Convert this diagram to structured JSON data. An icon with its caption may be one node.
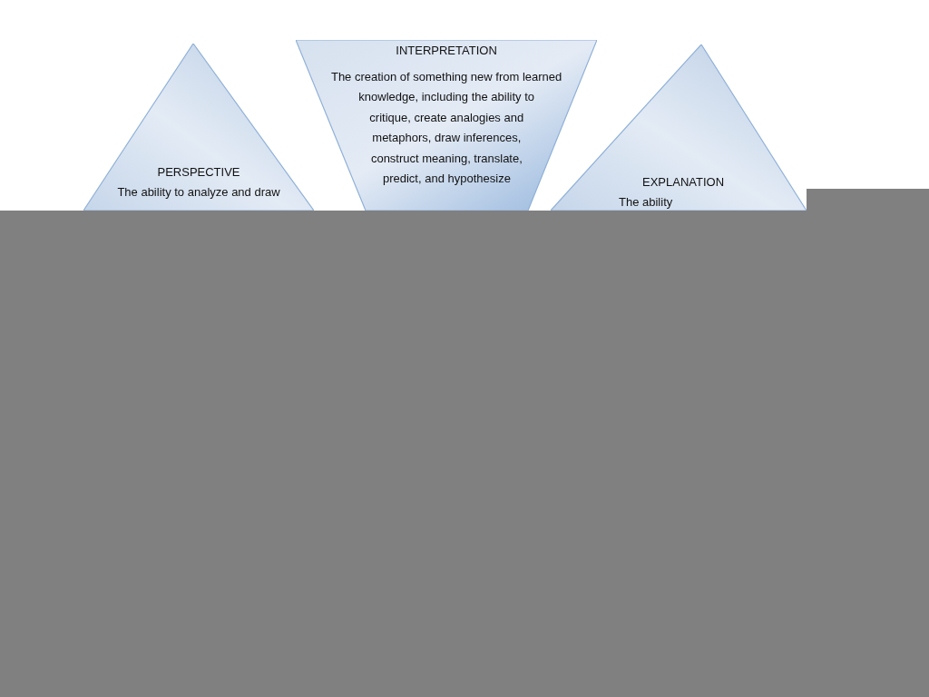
{
  "diagram": {
    "nodes": [
      {
        "text": [
          "PERSPECTIVE",
          "The ability to analyze and draw"
        ]
      },
      {
        "text": [
          "INTERPRETATION",
          "The creation of something new from learned knowledge, including the ability to critique, create analogies and metaphors, draw inferences, construct meaning, translate, predict, and hypothesize"
        ]
      },
      {
        "text": [
          "EXPLANATION",
          "The ability"
        ]
      }
    ],
    "edges": []
  }
}
